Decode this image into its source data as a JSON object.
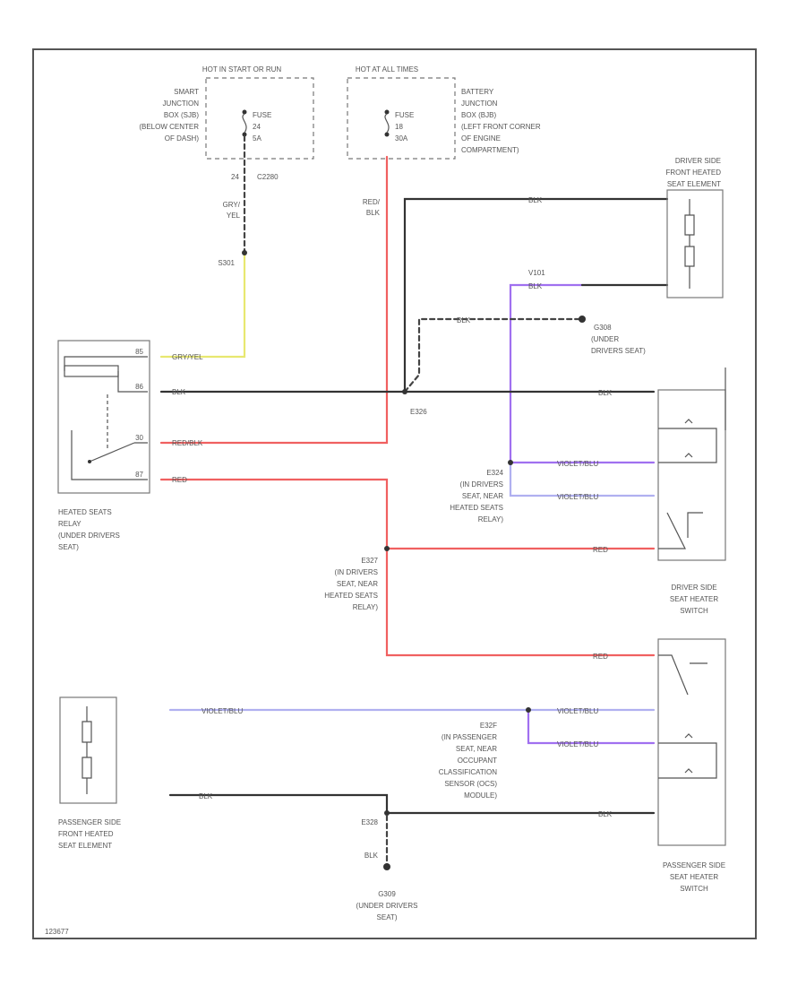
{
  "labels": {
    "hot_start": "HOT IN START OR RUN",
    "hot_all": "HOT AT ALL TIMES",
    "smart_jb": [
      "SMART",
      "JUNCTION",
      "BOX (SJB)",
      "(BELOW CENTER",
      "OF DASH)"
    ],
    "battery_jb": [
      "BATTERY",
      "JUNCTION",
      "BOX (BJB)",
      "(LEFT FRONT CORNER",
      "OF ENGINE",
      "COMPARTMENT)"
    ],
    "fuse_24": [
      "FUSE",
      "24",
      "5A"
    ],
    "fuse_18": [
      "FUSE",
      "18",
      "30A"
    ],
    "c2280": [
      "24",
      "C2280"
    ],
    "gry_yel": [
      "GRY/",
      "YEL"
    ],
    "red_blk": [
      "RED/",
      "BLK"
    ],
    "s301": "S301",
    "driver_element": [
      "DRIVER SIDE",
      "FRONT HEATED",
      "SEAT ELEMENT"
    ],
    "v101": "V101",
    "blk": "BLK",
    "g308": [
      "G308",
      "(UNDER",
      "DRIVERS SEAT)"
    ],
    "e326": "E326",
    "e324": [
      "E324",
      "(IN DRIVERS",
      "SEAT, NEAR",
      "HEATED SEATS",
      "RELAY)"
    ],
    "e327": [
      "E327",
      "(IN DRIVERS",
      "SEAT, NEAR",
      "HEATED SEATS",
      "RELAY)"
    ],
    "relay": [
      "HEATED SEATS",
      "RELAY",
      "(UNDER DRIVERS",
      "SEAT)"
    ],
    "relay_wires": [
      "GRY/YEL",
      "BLK",
      "RED/BLK",
      "RED"
    ],
    "pins": [
      "85",
      "86",
      "30",
      "87"
    ],
    "driver_switch": [
      "DRIVER SIDE",
      "SEAT HEATER",
      "SWITCH"
    ],
    "passenger_switch": [
      "PASSENGER SIDE",
      "SEAT HEATER",
      "SWITCH"
    ],
    "violet_blu": "VIOLET/BLU",
    "red": "RED",
    "e32f": [
      "E32F",
      "(IN PASSENGER",
      "SEAT, NEAR",
      "OCCUPANT",
      "CLASSIFICATION",
      "SENSOR (OCS)",
      "MODULE)"
    ],
    "passenger_element": [
      "PASSENGER SIDE",
      "FRONT HEATED",
      "SEAT ELEMENT"
    ],
    "e328": "E328",
    "g309": [
      "G309",
      "(UNDER DRIVERS",
      "SEAT)"
    ],
    "footer": "123677"
  },
  "colors": {
    "black_wire": "#333333",
    "red_wire": "#f06060",
    "violet_wire": "#a070f0",
    "yellow_wire": "#e8e870",
    "light_violet_wire": "#b0b0f0",
    "frame": "#555555"
  }
}
